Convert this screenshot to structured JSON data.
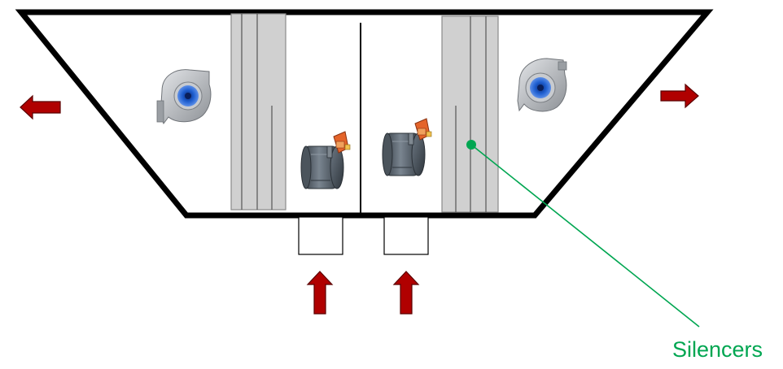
{
  "diagram": {
    "callout_label": "Silencers",
    "colors": {
      "housing_outline": "#000000",
      "silencer_fill": "#d0d0d0",
      "silencer_stroke": "#8a8a8a",
      "arrow_fill": "#b00000",
      "arrow_stroke": "#5a0000",
      "callout": "#00a651",
      "fan_body": "#b9bcc0",
      "fan_impeller": "#1f5fd0",
      "damper_body": "#55606b",
      "actuator": "#e4642a"
    },
    "components": {
      "fans": [
        "centrifugal-fan-icon",
        "centrifugal-fan-icon"
      ],
      "dampers": [
        "damper-with-actuator-icon",
        "damper-with-actuator-icon"
      ],
      "silencers": [
        "silencer",
        "silencer"
      ],
      "inlet_ducts": [
        "inlet-duct",
        "inlet-duct"
      ],
      "airflow_arrows": [
        "outlet-arrow-left",
        "outlet-arrow-right",
        "inlet-arrow-up",
        "inlet-arrow-up"
      ]
    }
  }
}
